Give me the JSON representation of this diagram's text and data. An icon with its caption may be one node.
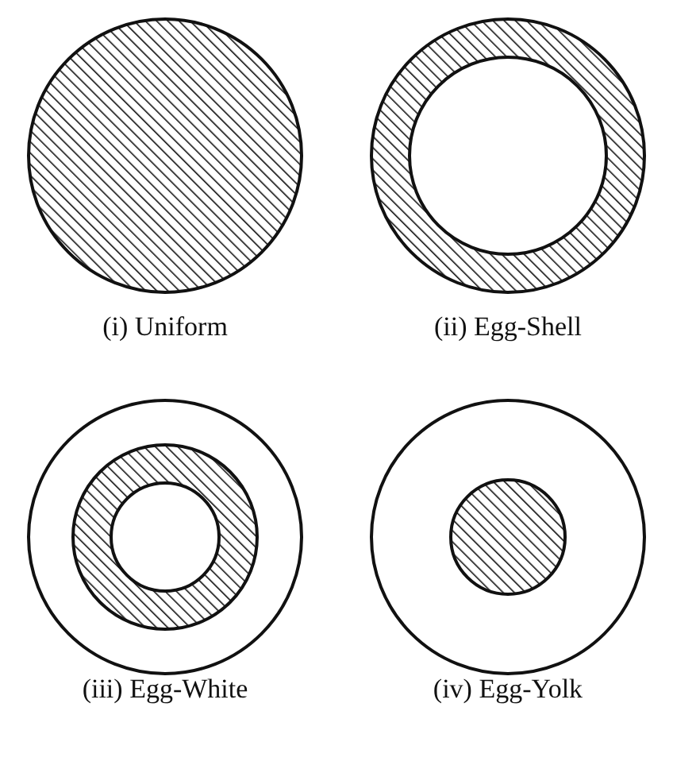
{
  "diagram": {
    "labels": [
      "(i) Uniform",
      "(ii) Egg-Shell",
      "(iii) Egg-White",
      "(iv) Egg-Yolk"
    ]
  }
}
